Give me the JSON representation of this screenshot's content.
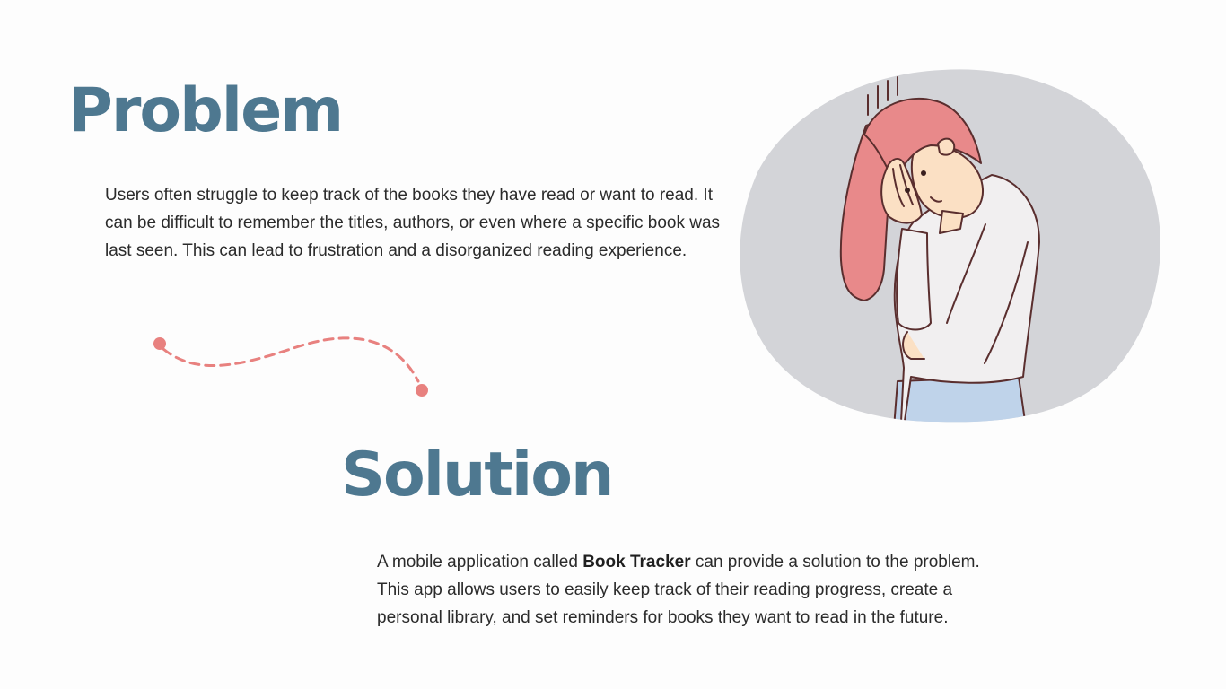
{
  "problem": {
    "title": "Problem",
    "body": "Users often struggle to keep track of the books they have read or want to read. It can be difficult to remember the titles, authors, or even where a specific book was last seen. This can lead to frustration and a disorganized reading experience."
  },
  "solution": {
    "title": "Solution",
    "body_before": "A mobile application called ",
    "app_name": "Book Tracker",
    "body_after": " can provide a solution to the problem. This app allows users to easily keep track of their reading progress, create a personal library, and set reminders for books they want to read in the future."
  },
  "decorations": {
    "illustration_icon": "stressed-woman-illustration",
    "connector_icon": "dashed-curve-connector",
    "colors": {
      "heading": "#4e7890",
      "accent": "#e8817f",
      "blob": "#d3d4d8",
      "hair": "#e8898a",
      "pants": "#bfd3ea"
    }
  }
}
